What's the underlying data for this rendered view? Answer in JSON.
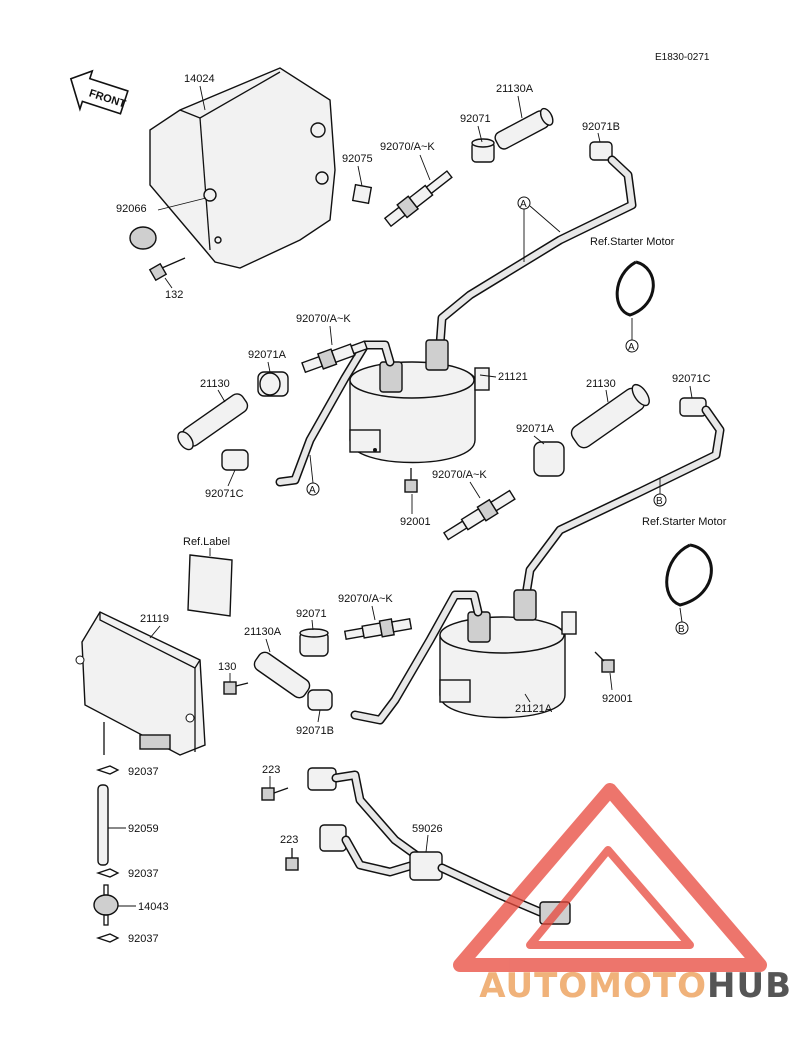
{
  "diagram": {
    "code": "E1830-0271",
    "front_label": "FRONT",
    "ref_starter_motor": "Ref.Starter Motor",
    "ref_label": "Ref.Label",
    "marker_a": "A",
    "marker_b": "B",
    "parts": {
      "p14024": "14024",
      "p92066": "92066",
      "p132": "132",
      "p92075": "92075",
      "p92070_top": "92070/A~K",
      "p92071_top": "92071",
      "p21130A_top": "21130A",
      "p92071B_top": "92071B",
      "p92070_left": "92070/A~K",
      "p92071A_left": "92071A",
      "p21130_left": "21130",
      "p92071C_left": "92071C",
      "p21121": "21121",
      "p92001_mid": "92001",
      "p21130_right": "21130",
      "p92071C_right": "92071C",
      "p92071A_right": "92071A",
      "p92070_right": "92070/A~K",
      "p21119": "21119",
      "p130": "130",
      "p21130A_low": "21130A",
      "p92071_low": "92071",
      "p92070_low": "92070/A~K",
      "p92071B_low": "92071B",
      "p21121A": "21121A",
      "p92001_low": "92001",
      "p92037_a": "92037",
      "p92059": "92059",
      "p92037_b": "92037",
      "p14043": "14043",
      "p92037_c": "92037",
      "p223_a": "223",
      "p223_b": "223",
      "p59026": "59026"
    }
  },
  "watermark": {
    "part1": "AUTOMOTO",
    "part2": "HUB",
    "color1": "#f0b27a",
    "color2": "#555555",
    "logo_color": "#e8483b"
  }
}
